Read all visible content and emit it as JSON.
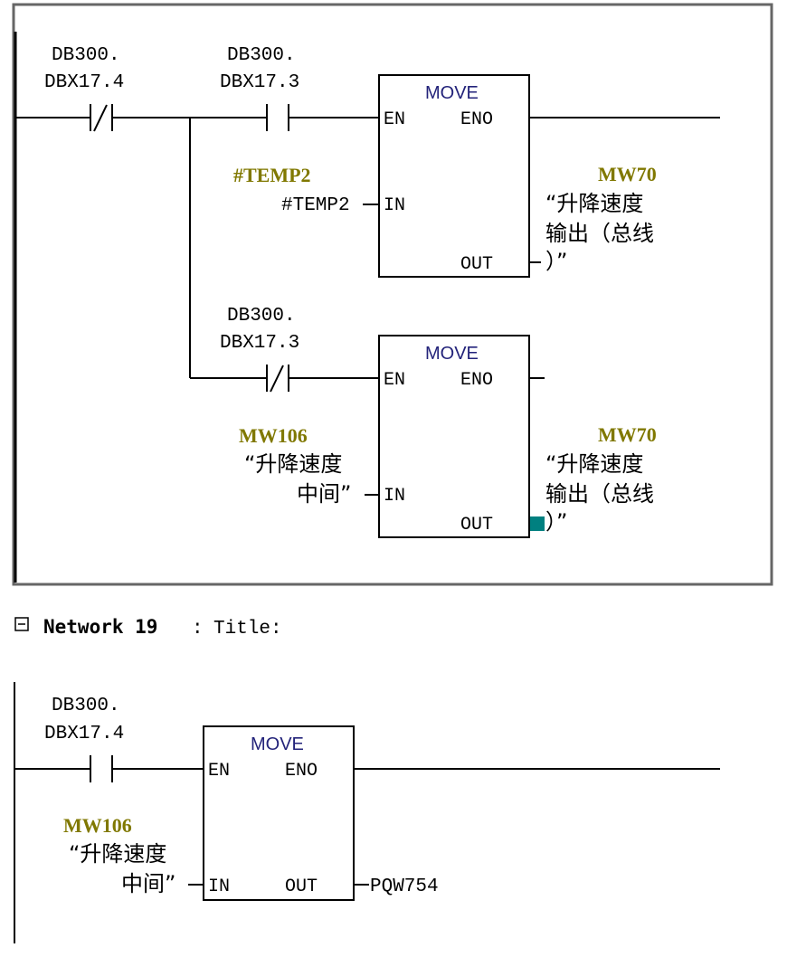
{
  "network18": {
    "contacts": [
      {
        "line1": "DB300.",
        "line2": "DBX17.4",
        "type": "normally-closed"
      },
      {
        "line1": "DB300.",
        "line2": "DBX17.3",
        "type": "normally-open"
      },
      {
        "line1": "DB300.",
        "line2": "DBX17.3",
        "type": "normally-closed"
      }
    ],
    "blocks": [
      {
        "title": "MOVE",
        "pins": {
          "en": "EN",
          "eno": "ENO",
          "in": "IN",
          "out": "OUT"
        },
        "in_symbol": "#TEMP2",
        "in_operand": "#TEMP2",
        "out_address": "MW70",
        "out_comment": [
          "“升降速度",
          "输出（总线",
          "）”"
        ]
      },
      {
        "title": "MOVE",
        "pins": {
          "en": "EN",
          "eno": "ENO",
          "in": "IN",
          "out": "OUT"
        },
        "in_address": "MW106",
        "in_comment": [
          "“升降速度",
          "中间”"
        ],
        "out_address": "MW70",
        "out_comment": [
          "“升降速度",
          "输出（总线",
          "）”"
        ]
      }
    ]
  },
  "network19": {
    "collapse_icon": "minus-box-icon",
    "heading": "Network 19",
    "separator": ":",
    "title": "Title:",
    "contact": {
      "line1": "DB300.",
      "line2": "DBX17.4",
      "type": "normally-open"
    },
    "block": {
      "title": "MOVE",
      "pins": {
        "en": "EN",
        "eno": "ENO",
        "in": "IN",
        "out": "OUT"
      },
      "in_address": "MW106",
      "in_comment": [
        "“升降速度",
        "中间”"
      ],
      "out_operand": "PQW754"
    }
  },
  "colors": {
    "symbol": "#807800",
    "frame": "#666666",
    "selection": "#008080"
  }
}
